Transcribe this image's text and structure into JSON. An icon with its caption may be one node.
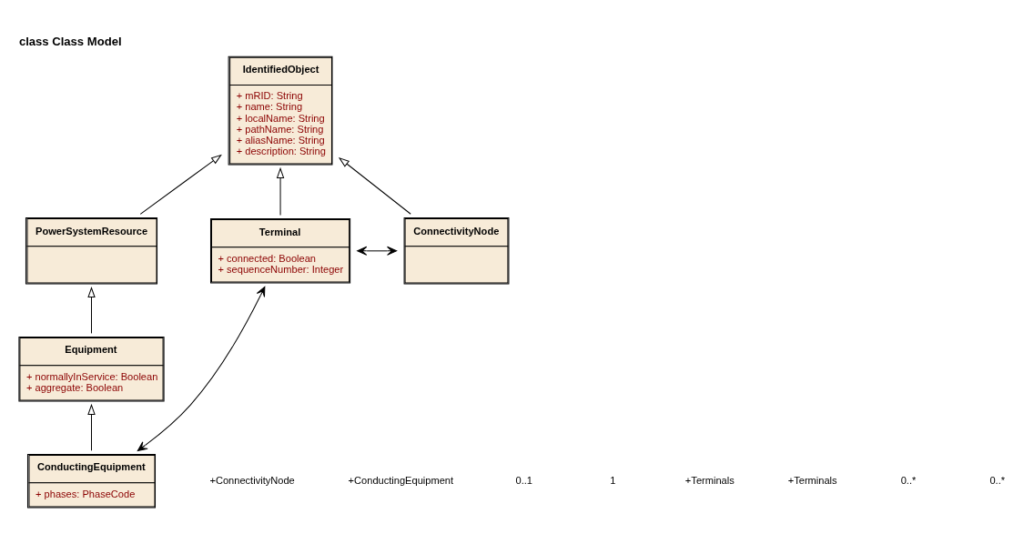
{
  "diagram": {
    "title": "class Class Model",
    "nodes": [
      {
        "text": [
          "IdentifiedObject",
          "+ mRID: String",
          "+ name: String",
          "+ localName: String",
          "+ pathName: String",
          "+ aliasName: String",
          "+ description: String"
        ]
      },
      {
        "text": [
          "PowerSystemResource"
        ]
      },
      {
        "text": [
          "Equipment",
          "+ normallyInService: Boolean",
          "+ aggregate: Boolean"
        ]
      },
      {
        "text": [
          "ConnectivityNode"
        ]
      },
      {
        "text": [
          "ConductingEquipment",
          "+ phases: PhaseCode"
        ]
      },
      {
        "text": [
          "Terminal",
          "+ connected: Boolean",
          "+ sequenceNumber: Integer"
        ]
      }
    ],
    "edges": [
      {
        "from": 1,
        "to": 0,
        "arrow": "to"
      },
      {
        "from": 2,
        "to": 1,
        "arrow": "to"
      },
      {
        "from": 3,
        "to": 0,
        "arrow": "to"
      },
      {
        "from": 5,
        "to": 0,
        "arrow": "to"
      },
      {
        "from": 4,
        "to": 2,
        "arrow": "to"
      },
      {
        "from": 3,
        "to": 5,
        "arrow": "both"
      },
      {
        "from": 5,
        "to": 4,
        "arrow": "both"
      }
    ],
    "labels": [
      "+ConnectivityNode",
      "+ConductingEquipment",
      "0..1",
      "1",
      "+Terminals",
      "+Terminals",
      "0..*",
      "0..*"
    ]
  }
}
